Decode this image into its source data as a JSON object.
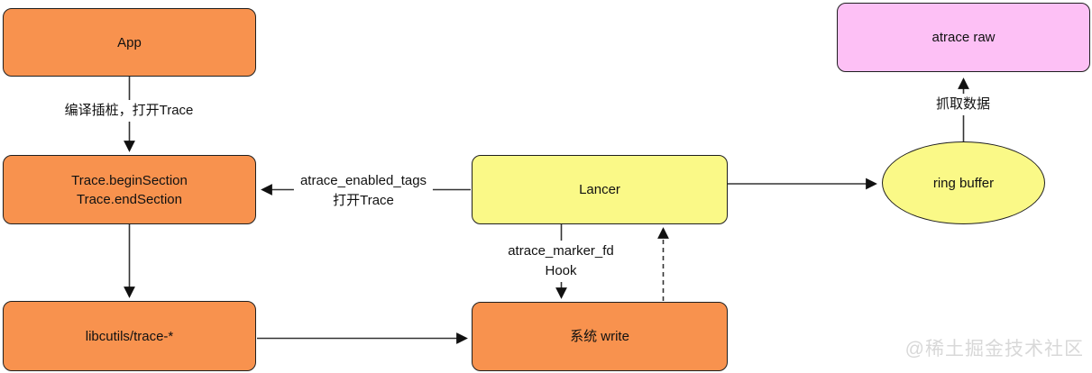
{
  "diagram": {
    "nodes": {
      "app": {
        "label": "App"
      },
      "trace_section": {
        "line1": "Trace.beginSection",
        "line2": "Trace.endSection"
      },
      "libcutils": {
        "label": "libcutils/trace-*"
      },
      "lancer": {
        "label": "Lancer"
      },
      "sys_write": {
        "label": "系统 write"
      },
      "ring_buffer": {
        "label": "ring buffer"
      },
      "atrace_raw": {
        "label": "atrace raw"
      }
    },
    "edge_labels": {
      "compile_instrument": "编译插桩，打开Trace",
      "enabled_tags_line1": "atrace_enabled_tags",
      "enabled_tags_line2": "打开Trace",
      "marker_fd_line1": "atrace_marker_fd",
      "marker_fd_line2": "Hook",
      "capture_data": "抓取数据"
    },
    "watermark": "@稀土掘金技术社区",
    "colors": {
      "orange": "#F8924E",
      "yellow": "#FAF987",
      "pink": "#FDC0F5",
      "border": "#1f1f1f",
      "line": "#333333",
      "text": "#111111",
      "watermark": "#d8d8d8",
      "bg": "#ffffff"
    }
  }
}
